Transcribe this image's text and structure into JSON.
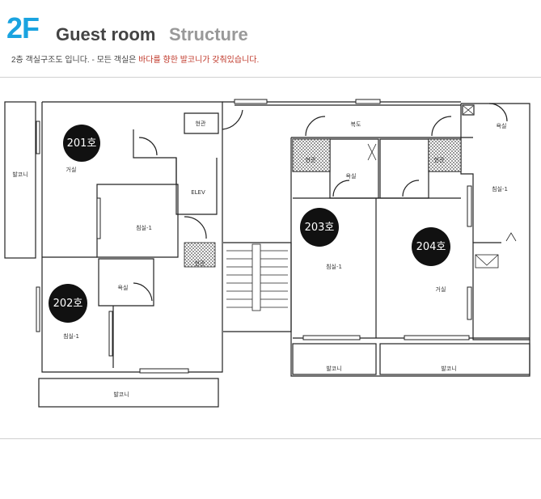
{
  "header": {
    "floor": "2F",
    "title_part1": "Guest room",
    "title_part2": "Structure",
    "note_prefix": "2층 객실구조도 입니다. - 모든 객실은 ",
    "note_highlight": "바다를 향한 발코니가 갖춰있습니다."
  },
  "rooms": {
    "r201": "201호",
    "r202": "202호",
    "r203": "203호",
    "r204": "204호"
  },
  "labels": {
    "balcony": "발코니",
    "balcony_bottom": "발코니",
    "balcony_203": "발코니",
    "balcony_204": "발코니",
    "living_201": "거실",
    "bedroom_201": "침실-1",
    "bedroom_202": "침실-1",
    "bedroom_203": "침실-1",
    "living_204": "거실",
    "bedroom_204": "침실-1",
    "bath_202": "욕실",
    "bath_203": "욕실",
    "bath_204": "욕실",
    "entrance_201": "현관",
    "entrance_202": "현관",
    "entrance_203": "현관",
    "entrance_204": "현관",
    "elev": "ELEV",
    "corridor": "복도"
  },
  "colors": {
    "floor_accent": "#1aa3e0",
    "highlight": "#c0392b",
    "room_badge": "#111111"
  }
}
